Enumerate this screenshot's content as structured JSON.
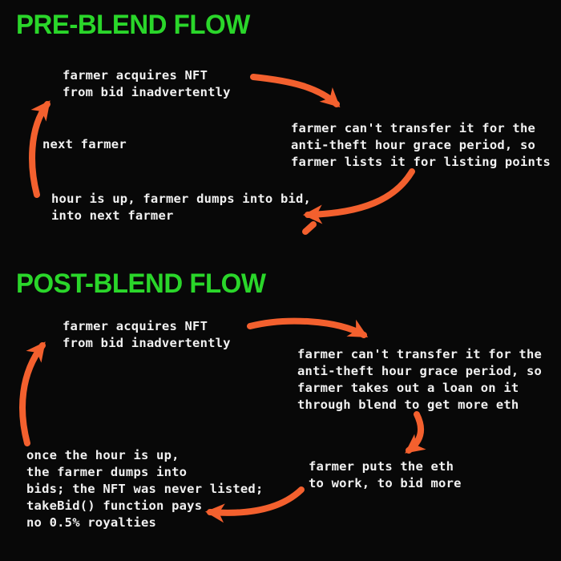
{
  "colors": {
    "background": "#080808",
    "title_green": "#2ad62a",
    "arrow_orange": "#f3602e",
    "text_white": "#f1f1f1"
  },
  "sections": [
    {
      "id": "pre-blend",
      "title": "PRE-BLEND FLOW",
      "nodes": [
        {
          "id": "acquire",
          "lines": [
            "farmer acquires NFT",
            "from bid inadvertently"
          ]
        },
        {
          "id": "cant-transfer",
          "lines": [
            "farmer can't transfer it for the",
            "anti-theft hour grace period, so",
            "farmer lists it for listing points"
          ]
        },
        {
          "id": "next-farmer",
          "lines": [
            "next farmer"
          ]
        },
        {
          "id": "hour-up-dump",
          "lines": [
            "hour is up, farmer dumps into bid,",
            "into next farmer"
          ]
        }
      ],
      "edges": [
        {
          "from": "acquire",
          "to": "cant-transfer"
        },
        {
          "from": "cant-transfer",
          "to": "hour-up-dump"
        },
        {
          "from": "hour-up-dump",
          "to": "acquire",
          "label": "next farmer"
        }
      ]
    },
    {
      "id": "post-blend",
      "title": "POST-BLEND FLOW",
      "nodes": [
        {
          "id": "acquire",
          "lines": [
            "farmer acquires NFT",
            "from bid inadvertently"
          ]
        },
        {
          "id": "loan",
          "lines": [
            "farmer can't transfer it for the",
            "anti-theft hour grace period, so",
            "farmer takes out a loan on it",
            "through blend to get more eth"
          ]
        },
        {
          "id": "eth-to-work",
          "lines": [
            "farmer puts the eth",
            "to work, to bid more"
          ]
        },
        {
          "id": "dump-no-royalties",
          "lines": [
            "once the hour is up,",
            "the farmer dumps into",
            "bids; the NFT was never listed;",
            "takeBid() function pays",
            "no 0.5% royalties"
          ]
        }
      ],
      "edges": [
        {
          "from": "acquire",
          "to": "loan"
        },
        {
          "from": "loan",
          "to": "eth-to-work"
        },
        {
          "from": "eth-to-work",
          "to": "dump-no-royalties"
        },
        {
          "from": "dump-no-royalties",
          "to": "acquire"
        }
      ]
    }
  ]
}
